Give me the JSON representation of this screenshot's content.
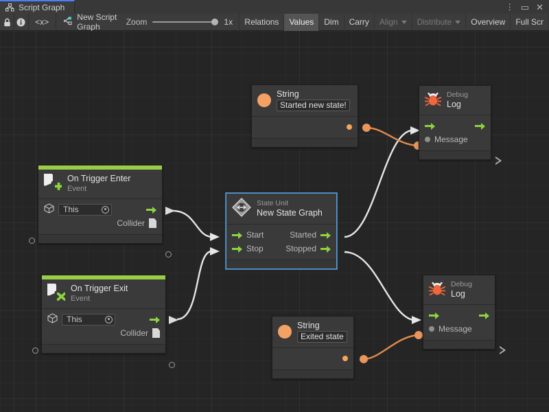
{
  "window": {
    "tab_label": "Script Graph",
    "tab_icon": "graph-icon",
    "buttons": {
      "menu": "⋮",
      "maximize": "▭",
      "close": "✕"
    }
  },
  "toolbar": {
    "lock_icon": "lock-icon",
    "info_icon": "info-icon",
    "code_icon": "<x>",
    "graph_icon": "script-graph-icon",
    "graph_name": "New Script Graph",
    "zoom_label": "Zoom",
    "zoom_value": "1x",
    "buttons": [
      {
        "label": "Relations",
        "state": "normal"
      },
      {
        "label": "Values",
        "state": "active"
      },
      {
        "label": "Dim",
        "state": "normal"
      },
      {
        "label": "Carry",
        "state": "normal"
      },
      {
        "label": "Align",
        "state": "dim",
        "caret": true
      },
      {
        "label": "Distribute",
        "state": "dim",
        "caret": true
      },
      {
        "label": "Overview",
        "state": "normal"
      },
      {
        "label": "Full Scr",
        "state": "normal"
      }
    ]
  },
  "colors": {
    "event_accent": "#9acd46",
    "flow_port": "#8ed440",
    "data_port": "#f3a164",
    "selection": "#5b9bd5",
    "canvas_bg": "#252525",
    "node_bg": "#3a3a3a"
  },
  "nodes": {
    "string_top": {
      "title": "String",
      "value": "Started new state!",
      "icon": "string-value-icon"
    },
    "debug_log_top": {
      "subtitle": "Debug",
      "title": "Log",
      "icon": "bug-icon",
      "message_label": "Message"
    },
    "on_trigger_enter": {
      "title": "On Trigger Enter",
      "subtitle": "Event",
      "icon": "event-add-icon",
      "target_value": "This",
      "collider_label": "Collider"
    },
    "state_unit": {
      "subtitle": "State Unit",
      "title": "New State Graph",
      "icon": "state-unit-icon",
      "in_start": "Start",
      "in_stop": "Stop",
      "out_started": "Started",
      "out_stopped": "Stopped"
    },
    "on_trigger_exit": {
      "title": "On Trigger Exit",
      "subtitle": "Event",
      "icon": "event-remove-icon",
      "target_value": "This",
      "collider_label": "Collider"
    },
    "string_bottom": {
      "title": "String",
      "value": "Exited state",
      "icon": "string-value-icon"
    },
    "debug_log_bottom": {
      "subtitle": "Debug",
      "title": "Log",
      "icon": "bug-icon",
      "message_label": "Message"
    }
  }
}
